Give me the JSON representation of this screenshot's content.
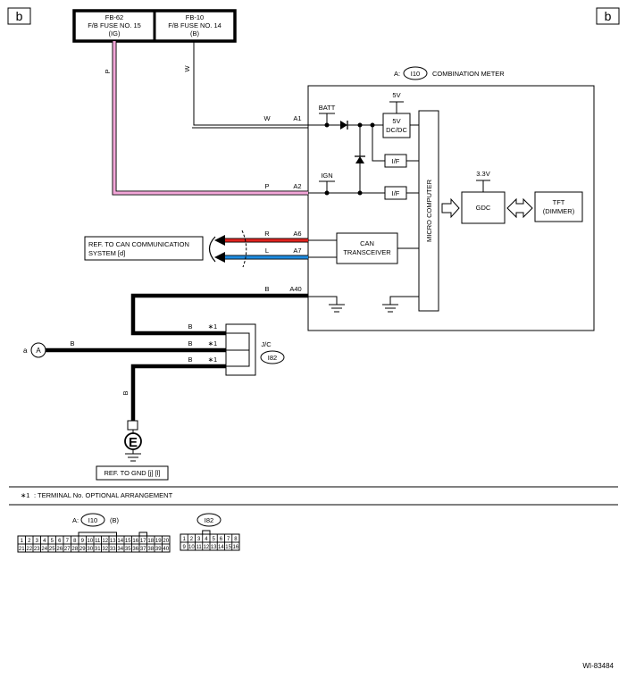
{
  "page_marker": "b",
  "fuse_left": {
    "l1": "FB-62",
    "l2": "F/B FUSE NO. 15",
    "l3": "(IG)"
  },
  "fuse_right": {
    "l1": "FB-10",
    "l2": "F/B FUSE NO. 14",
    "l3": "(B)"
  },
  "meter": {
    "prefix": "A:",
    "connector": "I10",
    "name": "COMBINATION METER"
  },
  "wire_colors": {
    "pink": "P",
    "white": "W",
    "red": "R",
    "blue": "L",
    "black": "B"
  },
  "pins": {
    "a1": "A1",
    "a2": "A2",
    "a6": "A6",
    "a7": "A7",
    "a40": "A40"
  },
  "labels": {
    "batt": "BATT",
    "ign": "IGN",
    "v5": "5V",
    "dcdc_1": "5V",
    "dcdc_2": "DC/DC",
    "if1": "I/F",
    "if2": "I/F",
    "v33": "3.3V",
    "gdc": "GDC",
    "tft_1": "TFT",
    "tft_2": "(DIMMER)",
    "micro": "MICRO COMPUTER",
    "can_1": "CAN",
    "can_2": "TRANSCEIVER",
    "ref_can_1": "REF. TO CAN COMMUNICATION",
    "ref_can_2": "SYSTEM [d]",
    "star": "∗1",
    "jc": "J/C",
    "jc_conn": "I82",
    "a_prefix": "a",
    "a_circle": "A",
    "ground": "E",
    "ref_gnd": "REF. TO GND [j] [l]"
  },
  "note": {
    "star": "∗1",
    "text": ": TERMINAL No. OPTIONAL ARRANGEMENT"
  },
  "conn_i10": {
    "prefix": "A:",
    "name": "I10",
    "suffix": "(B)",
    "row1": [
      "1",
      "2",
      "3",
      "4",
      "5",
      "6",
      "7",
      "8",
      "9",
      "10",
      "11",
      "12",
      "13",
      "14",
      "15",
      "16",
      "17",
      "18",
      "19",
      "20"
    ],
    "row2": [
      "21",
      "22",
      "23",
      "24",
      "25",
      "26",
      "27",
      "28",
      "29",
      "30",
      "31",
      "32",
      "33",
      "34",
      "35",
      "36",
      "37",
      "38",
      "39",
      "40"
    ]
  },
  "conn_i82": {
    "name": "I82",
    "row1": [
      "1",
      "2",
      "3",
      "4",
      "5",
      "6",
      "7",
      "8"
    ],
    "row2": [
      "9",
      "10",
      "11",
      "12",
      "13",
      "14",
      "15",
      "16"
    ]
  },
  "figure_id": "WI-83484",
  "colors": {
    "pink": "#f2a6d8",
    "red": "#e0231f",
    "blue": "#1e8be0",
    "black": "#000000"
  }
}
